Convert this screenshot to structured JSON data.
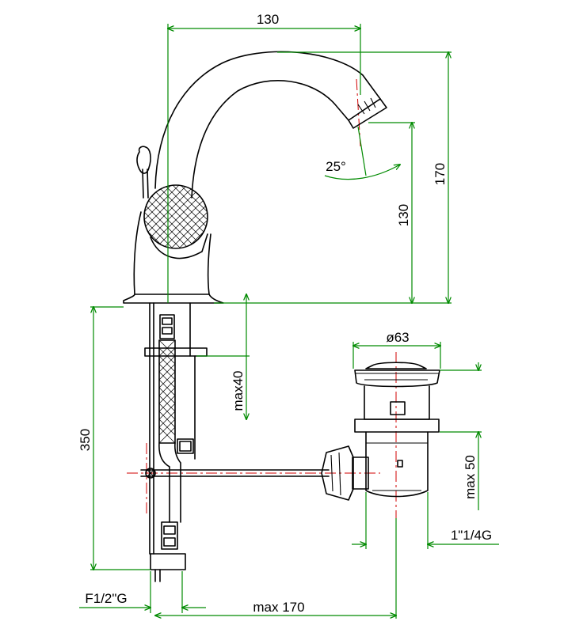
{
  "dimensions": {
    "spout_reach": "130",
    "spout_height": "130",
    "total_height": "170",
    "spout_angle": "25°",
    "fixing_depth": "max40",
    "hose_length": "350",
    "waste_diameter": "ø63",
    "waste_adjust": "max 50",
    "waste_thread": "1\"1/4G",
    "inlet_thread": "F1/2\"G",
    "rod_length": "max 170"
  },
  "colors": {
    "outline": "#000000",
    "dimension_lines": "#008a00",
    "center_lines": "#d10000"
  }
}
